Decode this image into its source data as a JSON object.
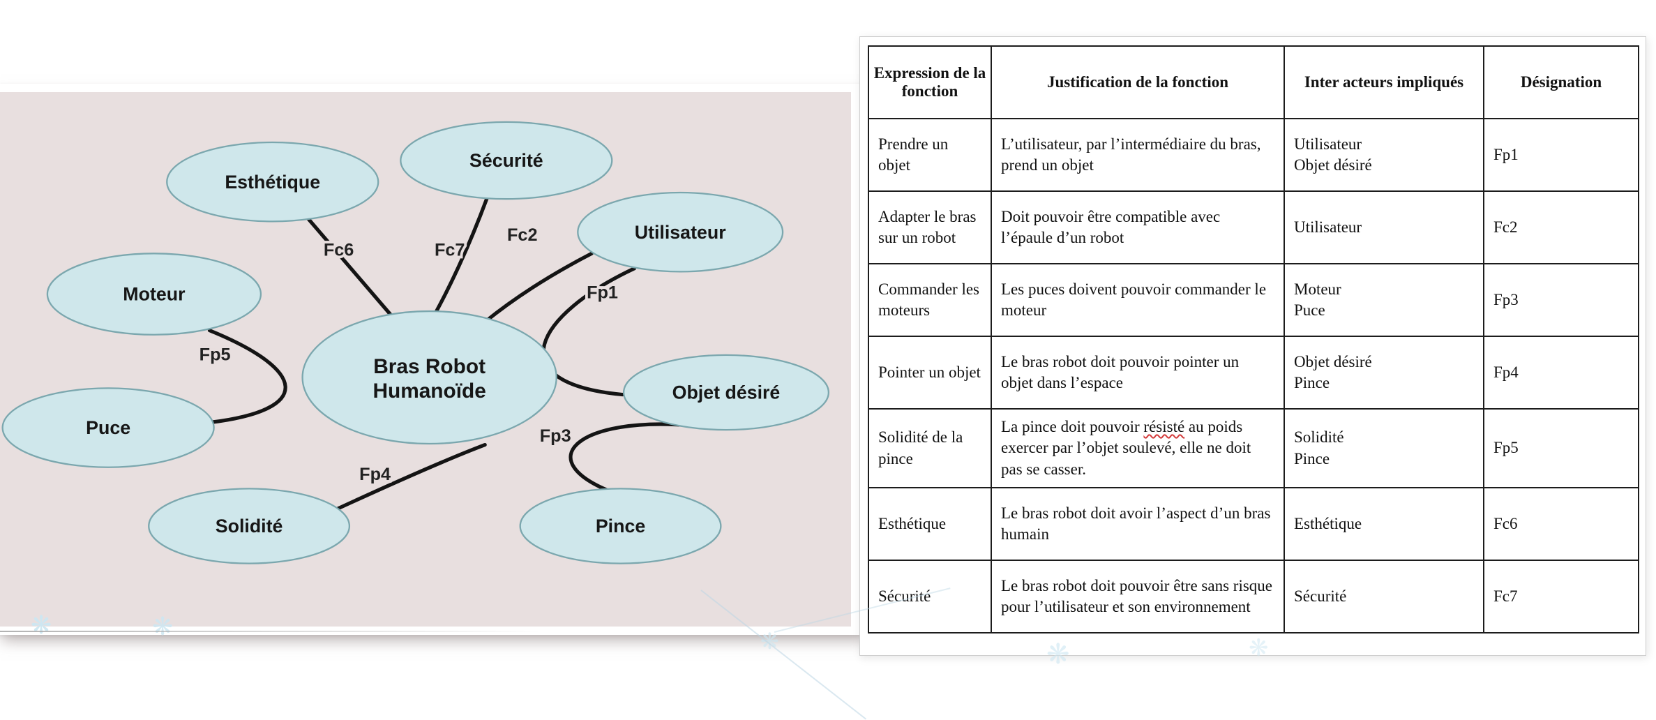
{
  "diagram": {
    "center": {
      "line1": "Bras Robot",
      "line2": "Humanoïde"
    },
    "nodes": [
      {
        "label": "Esthétique"
      },
      {
        "label": "Sécurité"
      },
      {
        "label": "Utilisateur"
      },
      {
        "label": "Moteur"
      },
      {
        "label": "Objet désiré"
      },
      {
        "label": "Puce"
      },
      {
        "label": "Solidité"
      },
      {
        "label": "Pince"
      }
    ],
    "links": [
      {
        "label": "Fc6"
      },
      {
        "label": "Fc7"
      },
      {
        "label": "Fc2"
      },
      {
        "label": "Fp1"
      },
      {
        "label": "Fp5"
      },
      {
        "label": "Fp3"
      },
      {
        "label": "Fp4"
      }
    ],
    "colors": {
      "node_fill": "#cfe7eb",
      "node_stroke": "#7ba7ae",
      "line": "#141414",
      "background": "#e8dfdf"
    }
  },
  "table": {
    "headers": [
      "Expression de la  fonction",
      "Justification de la fonction",
      "Inter acteurs impliqués",
      "Désignation"
    ],
    "rows": [
      {
        "expression": "Prendre un objet",
        "justification": "L’utilisateur, par l’intermédiaire du bras, prend un objet",
        "acteurs": "Utilisateur\nObjet désiré",
        "designation": "Fp1"
      },
      {
        "expression": "Adapter le bras sur un robot",
        "justification": "Doit pouvoir être compatible avec l’épaule d’un robot",
        "acteurs": "Utilisateur",
        "designation": "Fc2"
      },
      {
        "expression": "Commander les moteurs",
        "justification": "Les puces doivent pouvoir commander le moteur",
        "acteurs": "Moteur\nPuce",
        "designation": "Fp3"
      },
      {
        "expression": "Pointer un objet",
        "justification": "Le bras robot doit pouvoir pointer un objet dans l’espace",
        "acteurs": "Objet désiré\nPince",
        "designation": "Fp4"
      },
      {
        "expression": "Solidité de la pince",
        "justification": "La pince doit pouvoir résisté au poids exercer par l’objet soulevé, elle ne doit pas se casser.",
        "squiggle": "résisté",
        "acteurs": "Solidité\nPince",
        "designation": "Fp5"
      },
      {
        "expression": "Esthétique",
        "justification": "Le bras robot doit avoir l’aspect d’un bras humain",
        "acteurs": "Esthétique",
        "designation": "Fc6"
      },
      {
        "expression": "Sécurité",
        "justification": "Le bras robot doit pouvoir être sans risque pour l’utilisateur et son environnement",
        "acteurs": "Sécurité",
        "designation": "Fc7"
      }
    ]
  },
  "decorations": {
    "snowflake_glyph": "❋"
  }
}
